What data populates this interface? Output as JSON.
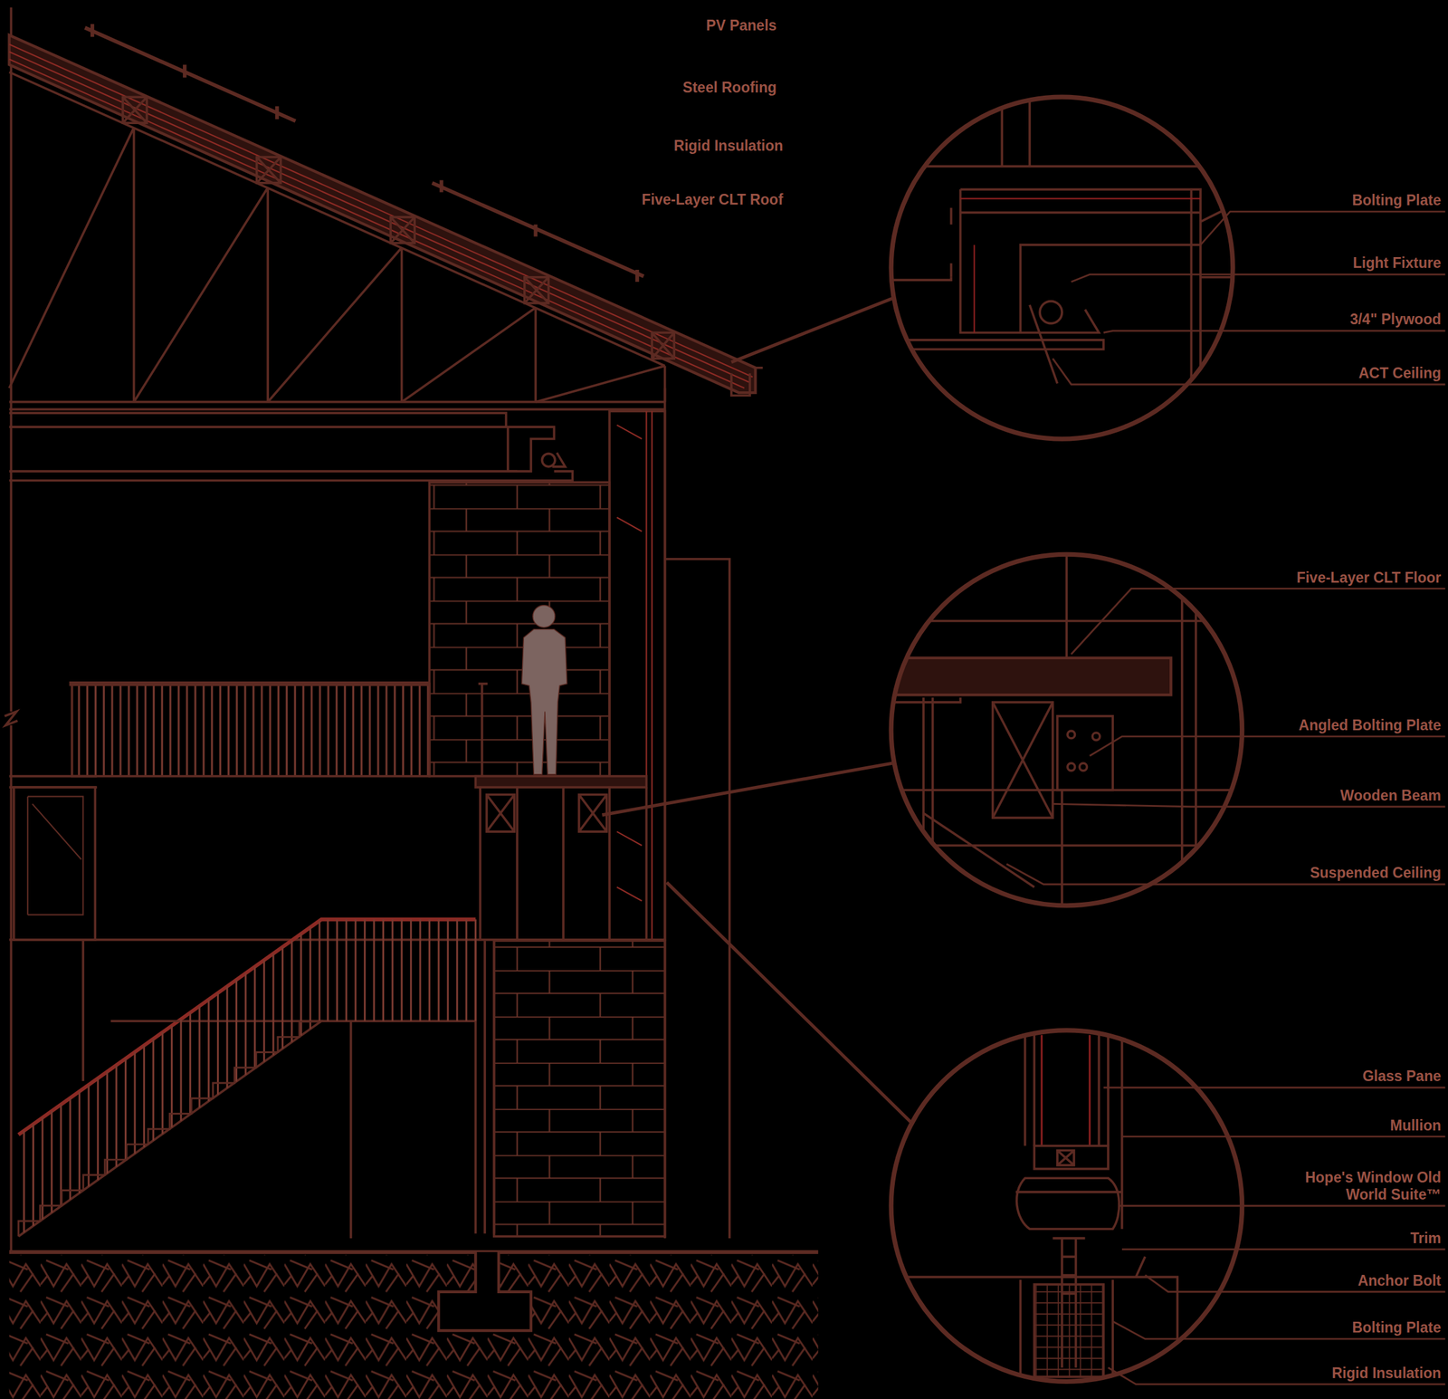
{
  "diagram": {
    "labels": [
      "PV Panels",
      "Steel Roofing",
      "Rigid Insulation",
      "Five-Layer CLT Roof",
      "Bolting Plate",
      "Light Fixture",
      "3/4\" Plywood",
      "ACT Ceiling",
      "Five-Layer CLT Floor",
      "Angled Bolting Plate",
      "Wooden Beam",
      "Suspended Ceiling",
      "Glass Pane",
      "Mullion",
      "Hope's Window Old World Suite™",
      "Trim",
      "Anchor Bolt",
      "Bolting Plate",
      "Rigid Insulation"
    ]
  }
}
